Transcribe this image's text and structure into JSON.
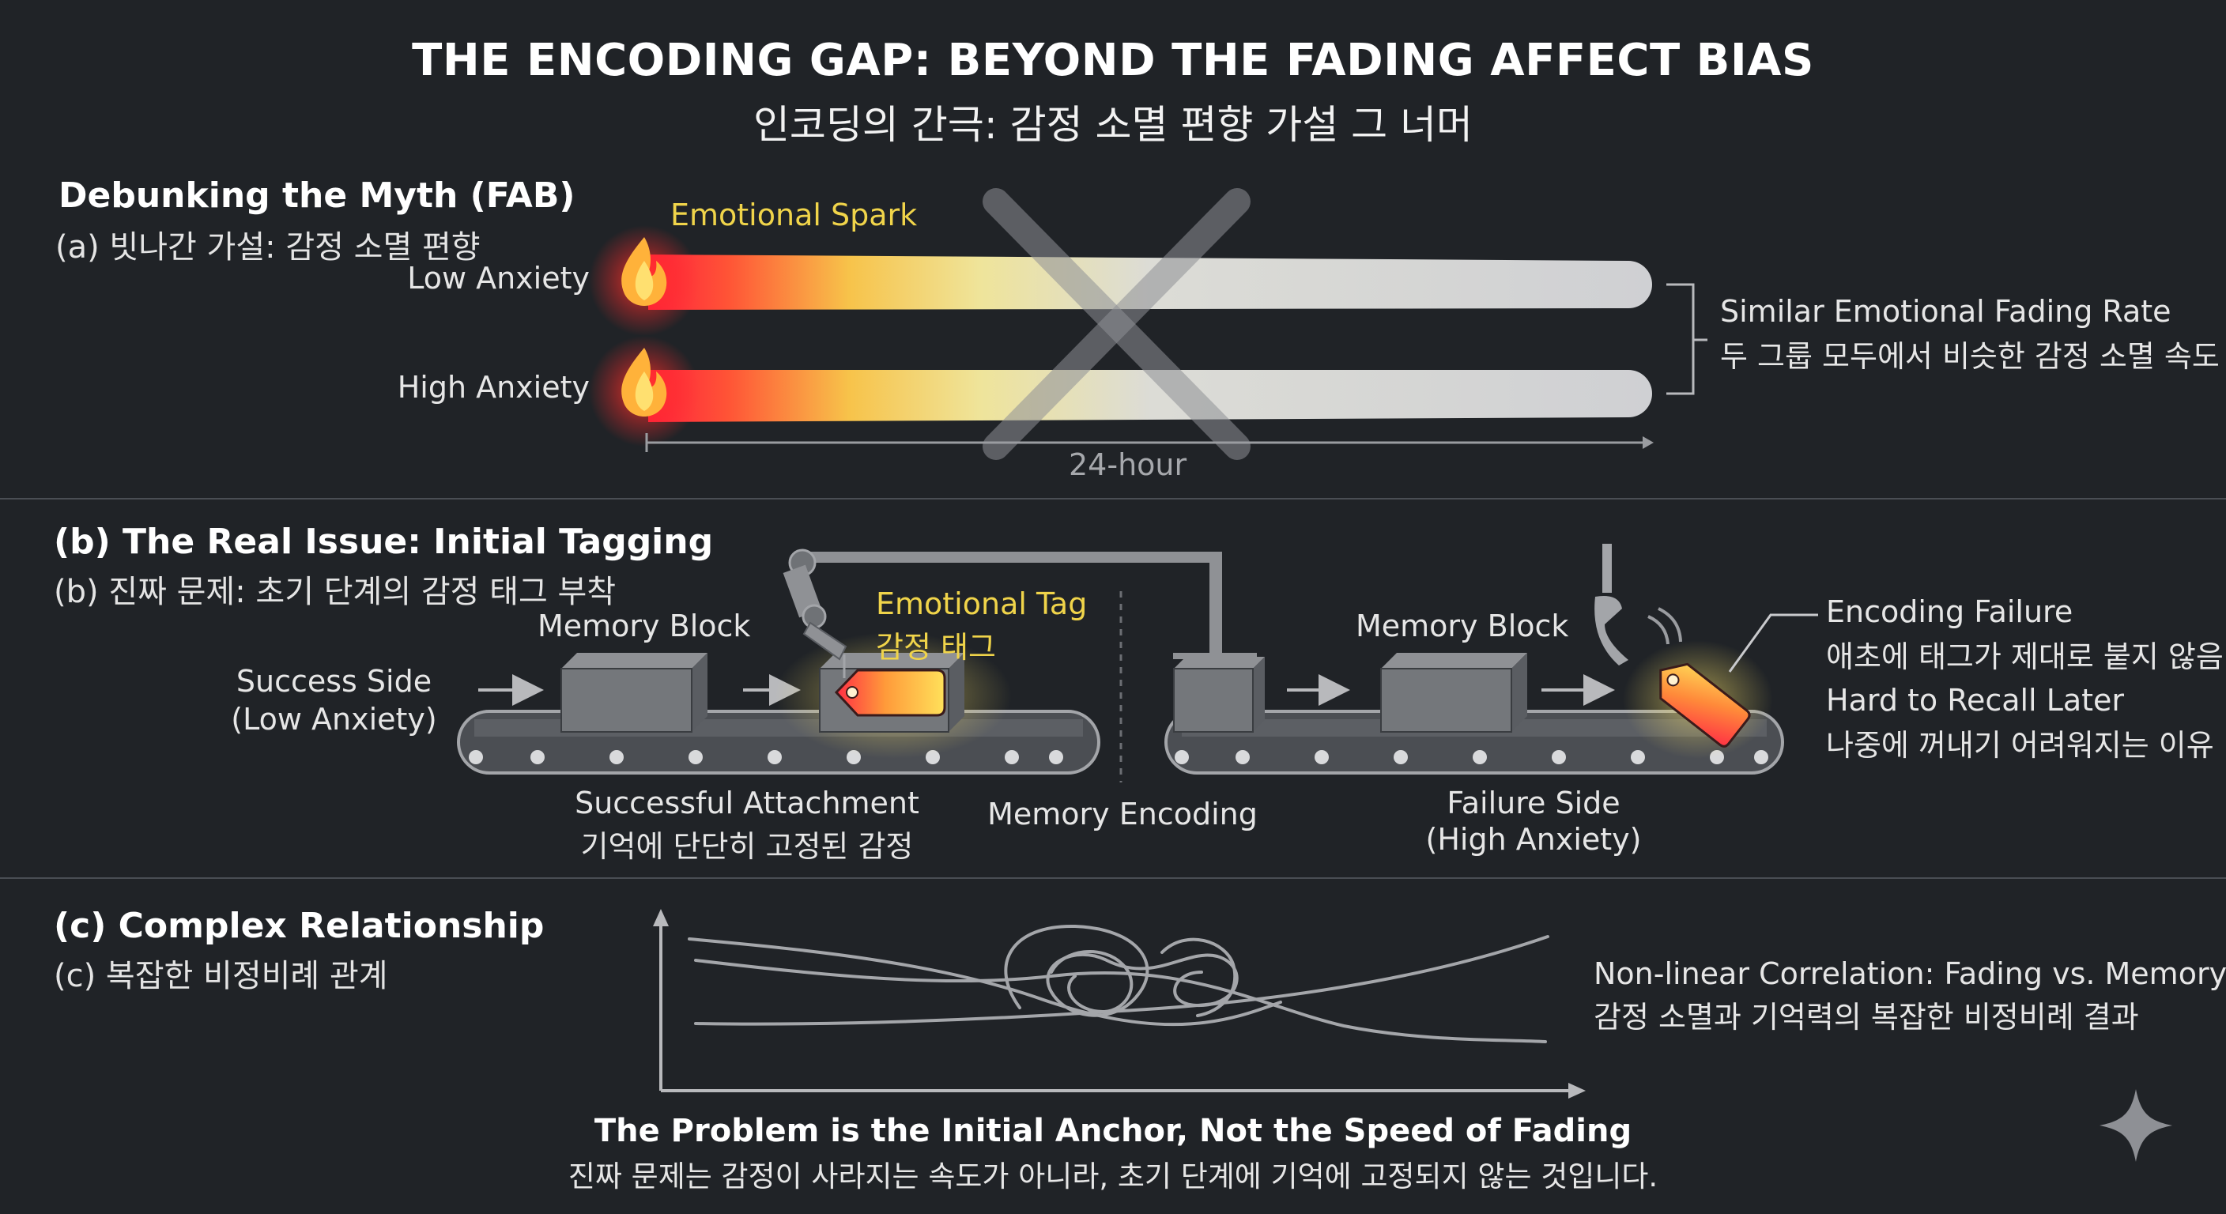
{
  "title": {
    "en": "THE ENCODING GAP: BEYOND THE FADING AFFECT BIAS",
    "ko": "인코딩의 간극: 감정 소멸 편향 가설 그 너머"
  },
  "section_a": {
    "title": "Debunking the Myth (FAB)",
    "subtitle": "(a) 빗나간 가설: 감정 소멸 편향",
    "spark_label": "Emotional Spark",
    "low_label": "Low Anxiety",
    "high_label": "High Anxiety",
    "axis_label": "24-hour",
    "result_en": "Similar Emotional Fading Rate",
    "result_ko": "두 그룹 모두에서 비슷한 감정 소멸 속도"
  },
  "section_b": {
    "title": "(b) The Real Issue: Initial Tagging",
    "subtitle": "(b) 진짜 문제: 초기 단계의 감정 태그 부착",
    "success_side": "Success Side",
    "success_side_sub": "(Low Anxiety)",
    "memory_block_left": "Memory Block",
    "tag_en": "Emotional Tag",
    "tag_ko": "감정 태그",
    "attach_en": "Successful Attachment",
    "attach_ko": "기억에 단단히 고정된 감정",
    "memory_encoding": "Memory Encoding",
    "memory_block_right": "Memory Block",
    "failure_side": "Failure Side",
    "failure_side_sub": "(High Anxiety)",
    "fail_en": "Encoding Failure",
    "fail_ko": "애초에 태그가 제대로 붙지 않음",
    "recall_en": "Hard to Recall Later",
    "recall_ko": "나중에 꺼내기 어려워지는 이유"
  },
  "section_c": {
    "title": "(c) Complex Relationship",
    "subtitle": "(c) 복잡한 비정비례 관계",
    "corr_en": "Non-linear Correlation: Fading vs. Memory",
    "corr_ko": "감정 소멸과 기억력의 복잡한 비정비례 결과",
    "conclusion_en": "The Problem is the Initial Anchor, Not the Speed of Fading",
    "conclusion_ko": "진짜 문제는 감정이 사라지는 속도가 아니라, 초기 단계에 기억에 고정되지 않는 것입니다."
  },
  "colors": {
    "background": "#202327",
    "spark_red": "#ff2a3a",
    "spark_yellow": "#f3e87a",
    "fade_gray": "#d6d6d8",
    "label_yellow": "#f0d44a"
  }
}
